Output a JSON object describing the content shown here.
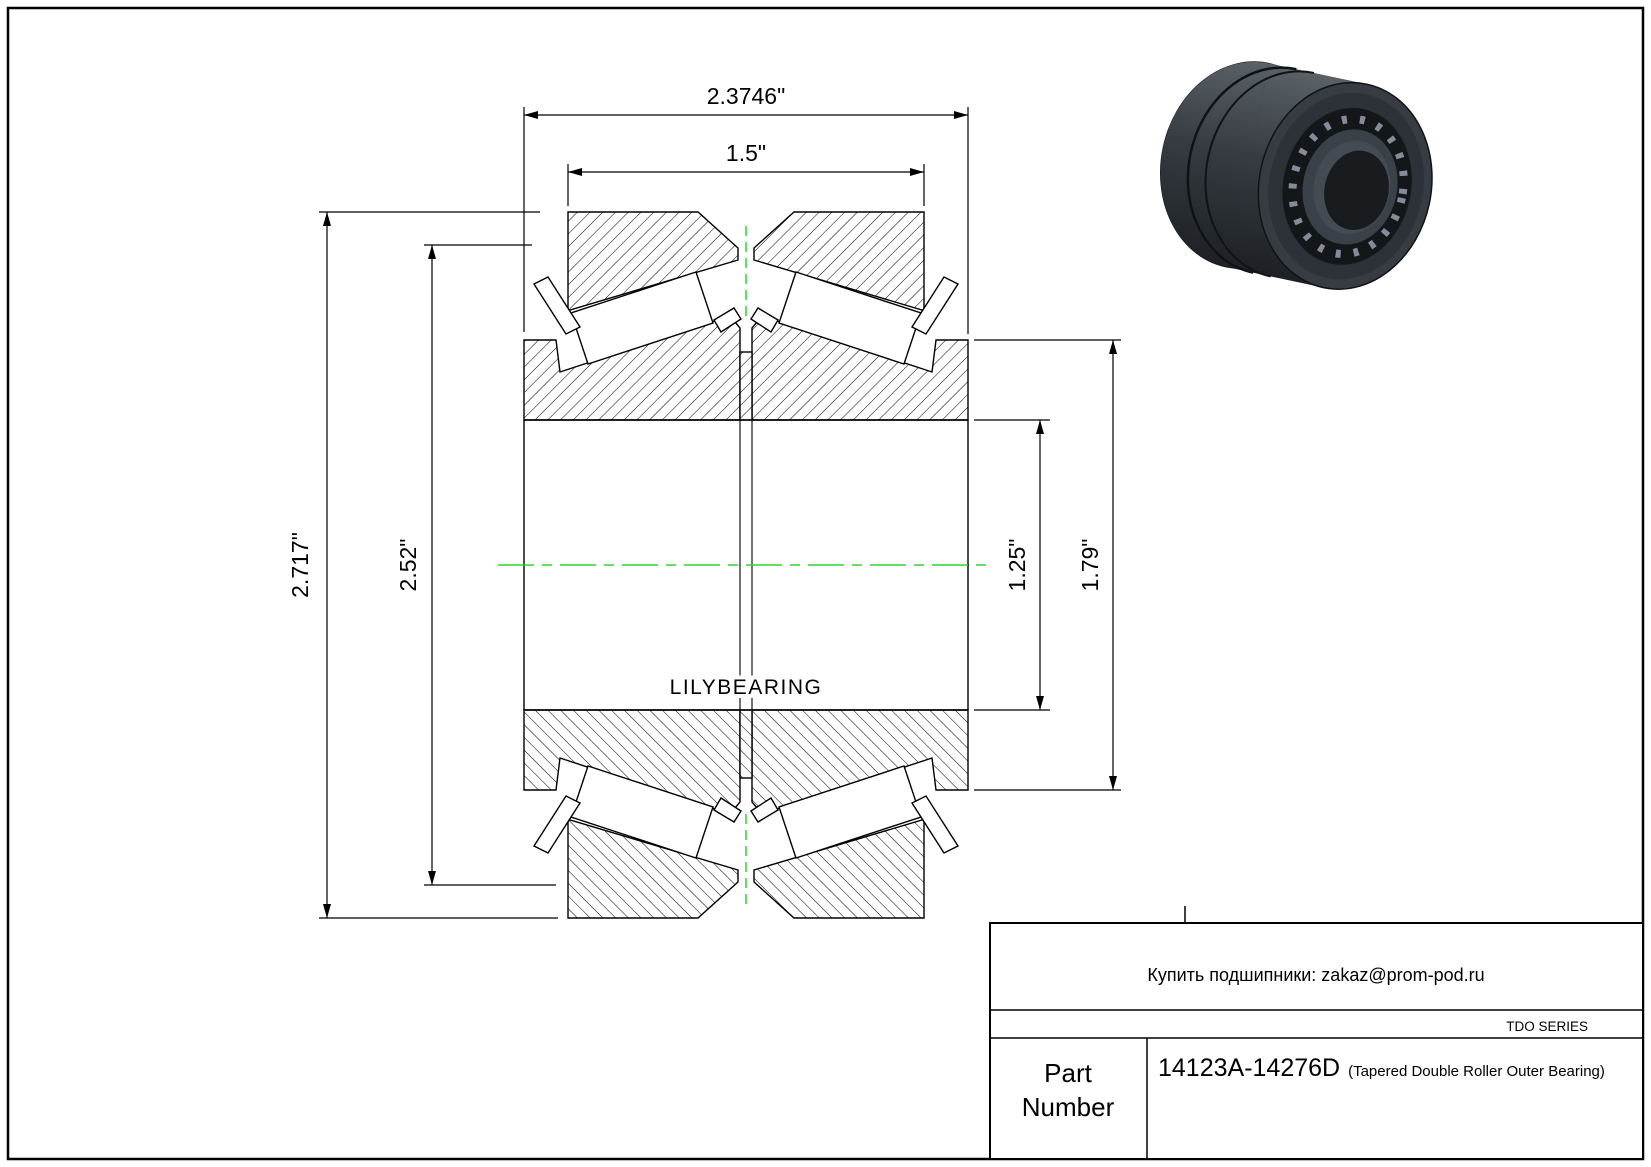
{
  "page": {
    "background": "#ffffff",
    "line_color": "#000000",
    "centerline_color": "#2fd42f"
  },
  "drawing": {
    "watermark": "LILYBEARING",
    "dimensions": {
      "overall_width": "2.3746\"",
      "cup_width": "1.5\"",
      "outer_diameter": "2.717\"",
      "rib_diameter": "2.52\"",
      "bore_diameter": "1.25\"",
      "shoulder_diameter": "1.79\""
    }
  },
  "title_block": {
    "contact": "Купить подшипники: zakaz@prom-pod.ru",
    "series": "TDO SERIES",
    "part_label_line1": "Part",
    "part_label_line2": "Number",
    "part_number": "14123A-14276D",
    "part_description": "(Tapered Double Roller Outer Bearing)"
  }
}
